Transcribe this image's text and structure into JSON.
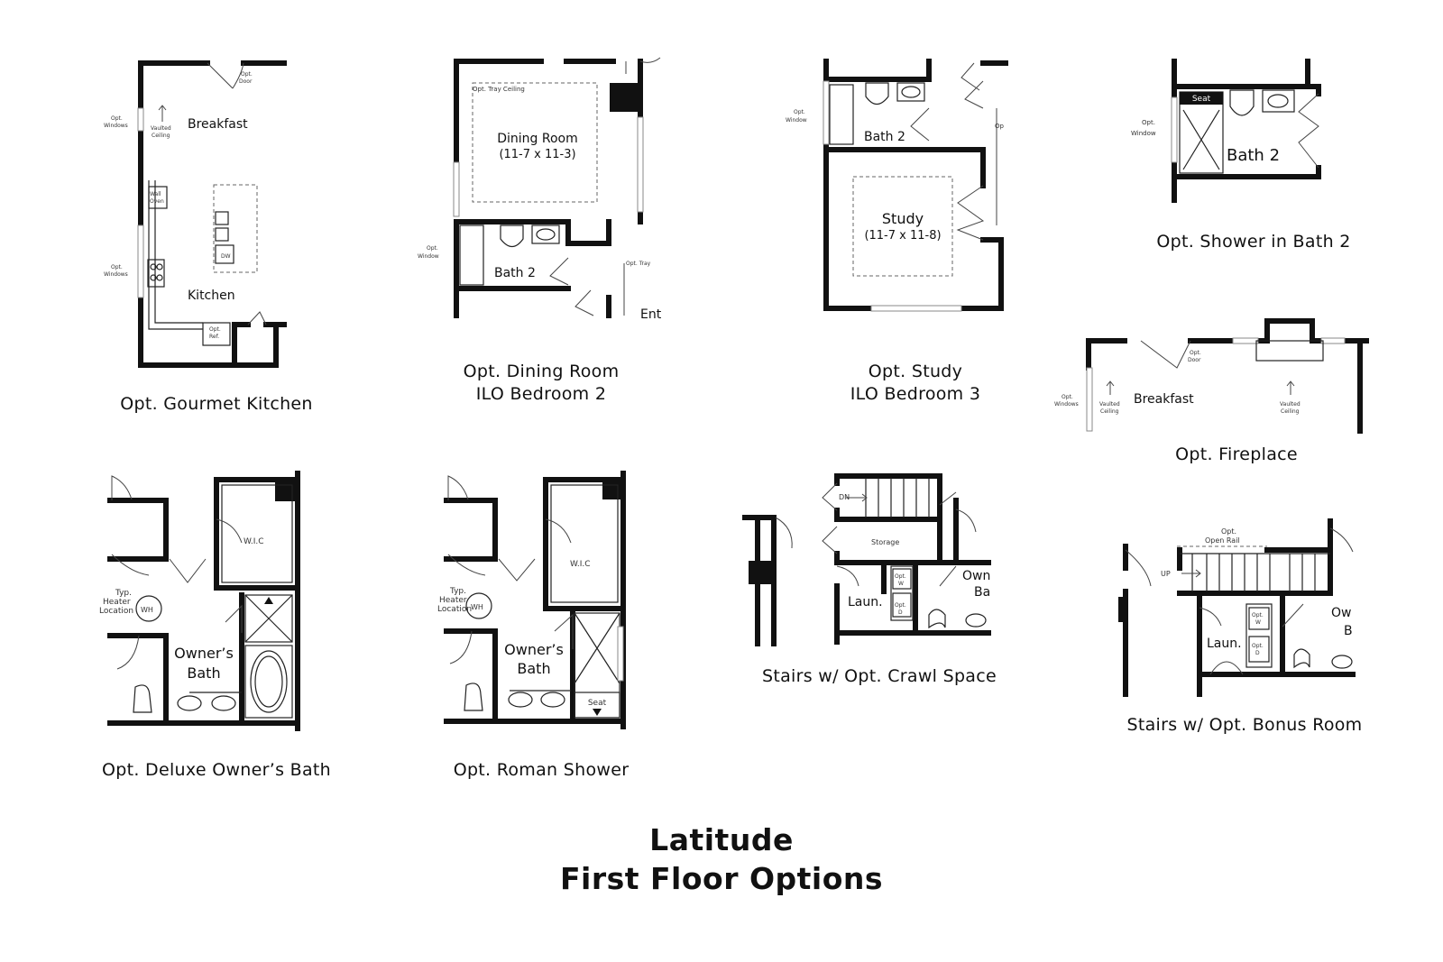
{
  "footer": {
    "title_line1": "Latitude",
    "title_line2": "First Floor Options"
  },
  "plans": {
    "gourmet_kitchen": {
      "caption": "Opt. Gourmet Kitchen",
      "labels": {
        "breakfast": "Breakfast",
        "kitchen": "Kitchen",
        "opt_door_1": "Opt.",
        "opt_door_2": "Door",
        "opt_windows_1": "Opt.",
        "opt_windows_2": "Windows",
        "opt_windows_b1": "Opt.",
        "opt_windows_b2": "Windows",
        "vaulted_1": "Vaulted",
        "vaulted_2": "Ceiling",
        "wall_oven_1": "Wall",
        "wall_oven_2": "Oven",
        "dw": "DW",
        "opt_ref_1": "Opt.",
        "opt_ref_2": "Ref."
      }
    },
    "dining_room": {
      "caption_line1": "Opt. Dining Room",
      "caption_line2": "ILO Bedroom 2",
      "labels": {
        "room": "Dining Room",
        "size": "(11-7 x 11-3)",
        "tray": "Opt. Tray Ceiling",
        "bath": "Bath 2",
        "opt_window_1": "Opt.",
        "opt_window_2": "Window",
        "opt_tray": "Opt. Tray",
        "ent": "Ent"
      }
    },
    "study": {
      "caption_line1": "Opt. Study",
      "caption_line2": "ILO Bedroom 3",
      "labels": {
        "room": "Study",
        "size": "(11-7 x 11-8)",
        "bath": "Bath 2",
        "opt_window_1": "Opt.",
        "opt_window_2": "Window",
        "op": "Op"
      }
    },
    "shower_bath2": {
      "caption": "Opt. Shower in Bath 2",
      "labels": {
        "seat": "Seat",
        "bath": "Bath 2",
        "opt_window_1": "Opt.",
        "opt_window_2": "Window"
      }
    },
    "fireplace": {
      "caption": "Opt. Fireplace",
      "labels": {
        "breakfast": "Breakfast",
        "opt_door_1": "Opt.",
        "opt_door_2": "Door",
        "opt_windows_1": "Opt.",
        "opt_windows_2": "Windows",
        "vaulted_1": "Vaulted",
        "vaulted_2": "Ceiling",
        "vaulted_b1": "Vaulted",
        "vaulted_b2": "Ceiling"
      }
    },
    "deluxe_bath": {
      "caption": "Opt. Deluxe Owner’s Bath",
      "labels": {
        "wic": "W.I.C",
        "room_1": "Owner’s",
        "room_2": "Bath",
        "typ_1": "Typ.",
        "typ_2": "Heater",
        "typ_3": "Location",
        "wh": "WH"
      }
    },
    "roman_shower": {
      "caption": "Opt. Roman Shower",
      "labels": {
        "wic": "W.I.C",
        "room_1": "Owner’s",
        "room_2": "Bath",
        "typ_1": "Typ.",
        "typ_2": "Heater",
        "typ_3": "Location",
        "wh": "WH",
        "seat": "Seat"
      }
    },
    "crawl_space": {
      "caption": "Stairs w/ Opt. Crawl Space",
      "labels": {
        "dn": "DN",
        "storage": "Storage",
        "laun": "Laun.",
        "opt_w_1": "Opt.",
        "opt_w_2": "W",
        "opt_d_1": "Opt.",
        "opt_d_2": "D",
        "own_1": "Own",
        "own_2": "Ba"
      }
    },
    "bonus_room": {
      "caption": "Stairs w/ Opt. Bonus Room",
      "labels": {
        "rail_1": "Opt.",
        "rail_2": "Open Rail",
        "up": "UP",
        "laun": "Laun.",
        "opt_w_1": "Opt.",
        "opt_w_2": "W",
        "opt_d_1": "Opt.",
        "opt_d_2": "D",
        "own_1": "Ow",
        "own_2": "B"
      }
    }
  }
}
